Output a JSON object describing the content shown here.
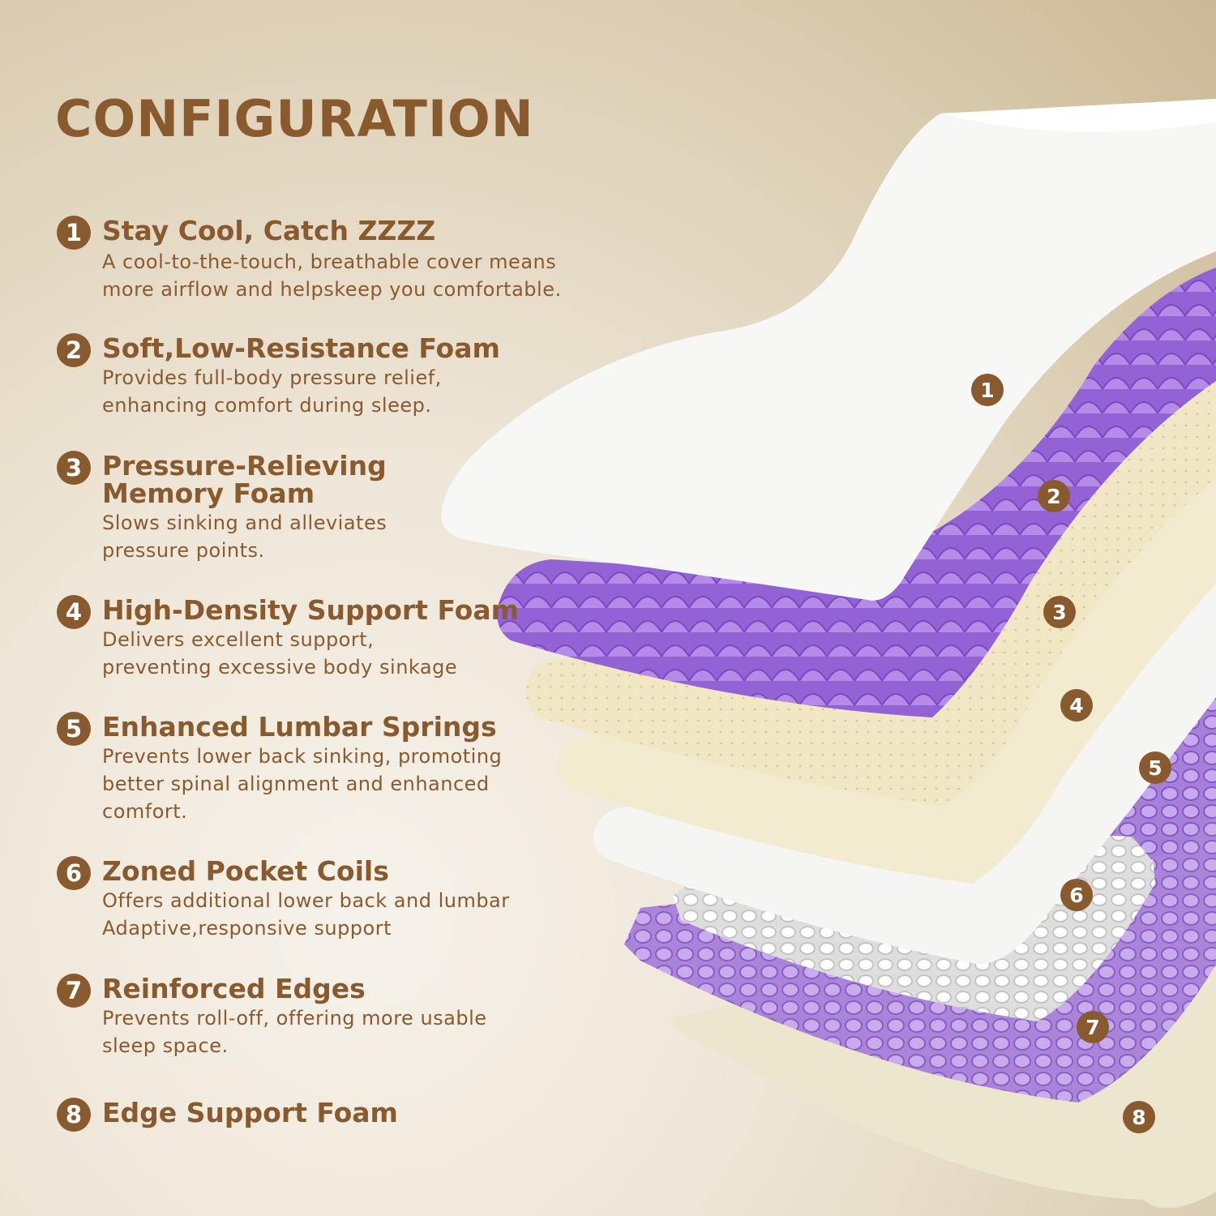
{
  "title": "CONFIGURATION",
  "colors": {
    "brown": "#8a5a2f",
    "purple": "#9b6fd6",
    "cream": "#f3ebcc",
    "white": "#f4f4f4"
  },
  "features": [
    {
      "num": "1",
      "title": "Stay Cool, Catch ZZZZ",
      "desc": "A cool-to-the-touch, breathable cover means\nmore airflow and helpskeep you comfortable."
    },
    {
      "num": "2",
      "title": "Soft,Low-Resistance Foam",
      "desc": "Provides full-body pressure relief,\nenhancing comfort during sleep."
    },
    {
      "num": "3",
      "title": "Pressure-Relieving\nMemory Foam",
      "desc": "Slows sinking and alleviates\npressure points."
    },
    {
      "num": "4",
      "title": "High-Density Support Foam",
      "desc": "Delivers excellent support,\npreventing excessive body sinkage"
    },
    {
      "num": "5",
      "title": "Enhanced Lumbar Springs",
      "desc": "Prevents lower back sinking, promoting\nbetter spinal alignment and enhanced\ncomfort."
    },
    {
      "num": "6",
      "title": "Zoned Pocket Coils",
      "desc": "Offers additional lower back and lumbar\nAdaptive,responsive support"
    },
    {
      "num": "7",
      "title": "Reinforced Edges",
      "desc": "Prevents roll-off, offering more usable\nsleep space."
    },
    {
      "num": "8",
      "title": "Edge Support Foam",
      "desc": ""
    }
  ],
  "layer_markers": [
    "1",
    "2",
    "3",
    "4",
    "5",
    "6",
    "7",
    "8"
  ]
}
